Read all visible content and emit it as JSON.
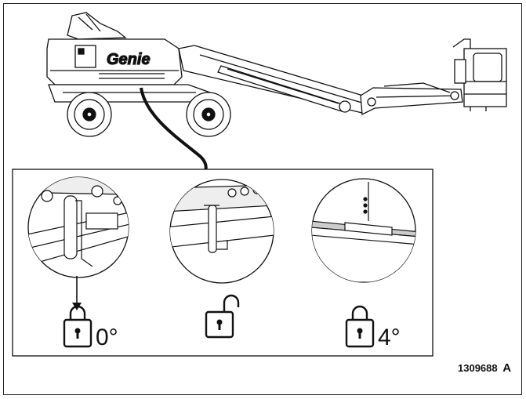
{
  "brand_logo_text": "Genie",
  "figure_id": "1309688",
  "figure_revision": "A",
  "colors": {
    "line": "#111111",
    "fill_light": "#eeeeee",
    "background": "#ffffff"
  },
  "detail_steps": [
    {
      "state": "locked",
      "icon": "padlock-locked-icon",
      "angle": "0°"
    },
    {
      "state": "unlocked",
      "icon": "padlock-unlocked-icon",
      "angle": ""
    },
    {
      "state": "locked",
      "icon": "padlock-locked-icon",
      "angle": "4°"
    }
  ]
}
